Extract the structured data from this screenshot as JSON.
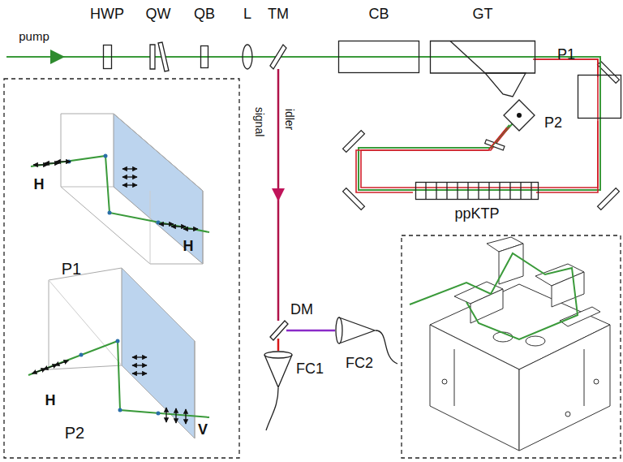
{
  "diagram": {
    "nodes": [
      {
        "text": [
          "HWP"
        ]
      },
      {
        "text": [
          "QW"
        ]
      },
      {
        "text": [
          "QB"
        ]
      },
      {
        "text": [
          "L"
        ]
      },
      {
        "text": [
          "TM"
        ]
      },
      {
        "text": [
          "CB"
        ]
      },
      {
        "text": [
          "GT"
        ]
      },
      {
        "text": [
          "P1"
        ]
      },
      {
        "text": [
          "P2"
        ]
      },
      {
        "text": [
          "ppKTP"
        ]
      },
      {
        "text": [
          "DM"
        ]
      },
      {
        "text": [
          "FC2"
        ]
      },
      {
        "text": [
          "FC1"
        ]
      }
    ],
    "edges": [
      {
        "from": 0,
        "to": 1,
        "arrow": "none"
      },
      {
        "from": 1,
        "to": 2,
        "arrow": "none"
      },
      {
        "from": 2,
        "to": 3,
        "arrow": "none"
      },
      {
        "from": 3,
        "to": 4,
        "arrow": "none"
      },
      {
        "from": 4,
        "to": 5,
        "arrow": "none"
      },
      {
        "from": 5,
        "to": 6,
        "arrow": "none"
      },
      {
        "from": 6,
        "to": 7,
        "arrow": "none"
      },
      {
        "from": 7,
        "to": 9,
        "arrow": "none"
      },
      {
        "from": 9,
        "to": 8,
        "arrow": "none"
      },
      {
        "from": 4,
        "to": 10,
        "arrow": "to"
      },
      {
        "from": 10,
        "to": 11,
        "arrow": "none"
      },
      {
        "from": 10,
        "to": 12,
        "arrow": "none"
      }
    ],
    "labels": [
      "pump",
      "signal",
      "idler",
      "H",
      "H",
      "P1",
      "H",
      "V",
      "P2"
    ]
  }
}
